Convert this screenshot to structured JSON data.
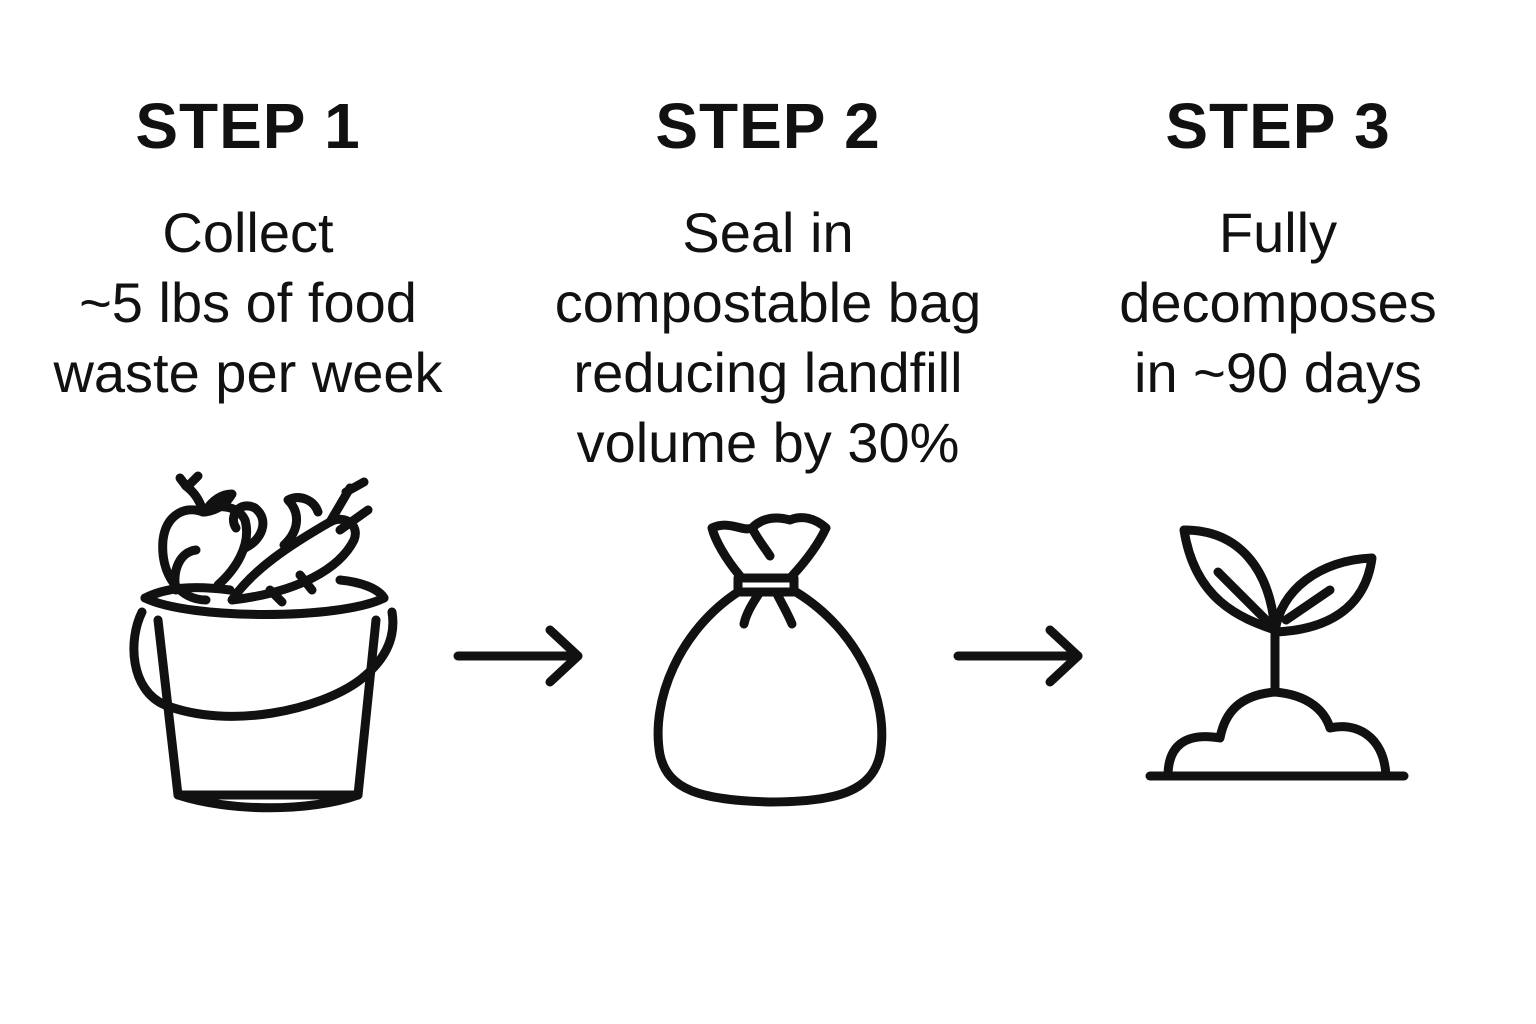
{
  "steps": [
    {
      "title": "STEP 1",
      "lines": [
        "Collect",
        "~5 lbs of food",
        "waste per week"
      ],
      "icon": "food-bucket-icon"
    },
    {
      "title": "STEP 2",
      "lines": [
        "Seal in",
        "compostable bag",
        "reducing landfill",
        "volume by 30%"
      ],
      "icon": "tied-bag-icon"
    },
    {
      "title": "STEP 3",
      "lines": [
        "Fully",
        "decomposes",
        "in ~90 days"
      ],
      "icon": "sprout-icon"
    }
  ],
  "colors": {
    "ink": "#111111",
    "background": "#ffffff"
  }
}
